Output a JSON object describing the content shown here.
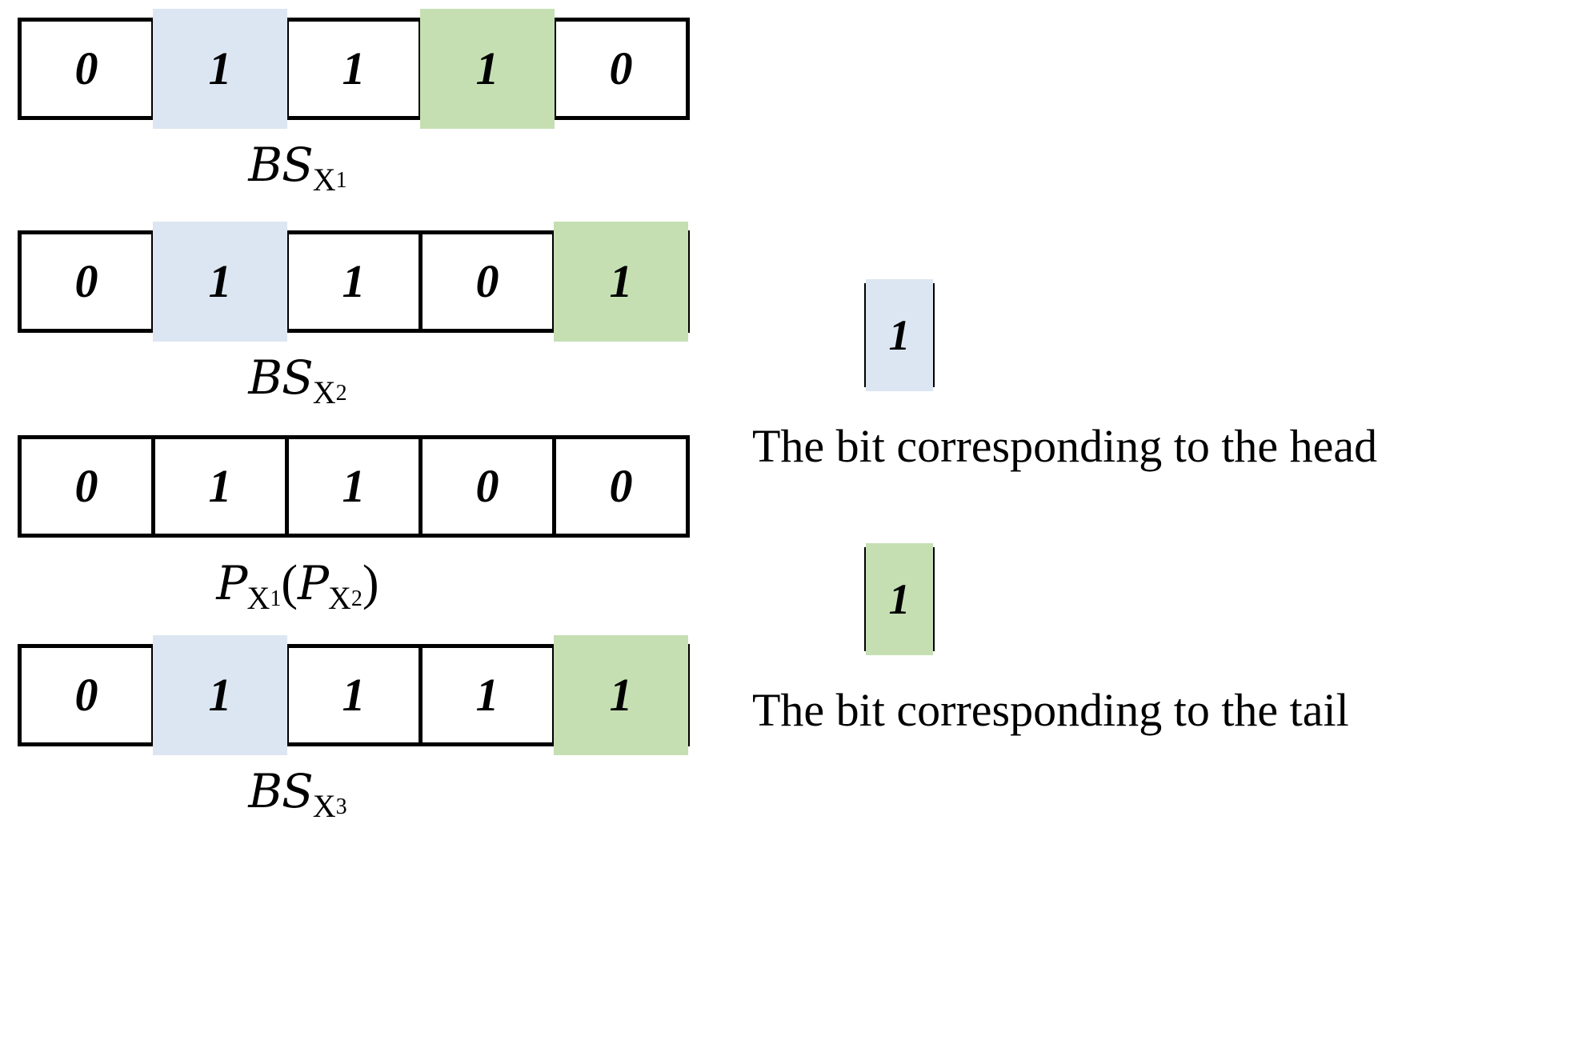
{
  "figure": {
    "kind": "bitstring-diagram",
    "colors": {
      "head_highlight": "#dce6f2",
      "tail_highlight": "#c5dfb3",
      "border": "#000000",
      "background": "#ffffff"
    }
  },
  "rows": [
    {
      "id": "bs-x1",
      "label_parts": {
        "script": "BS",
        "sub": "X",
        "subsub": "1"
      },
      "label_text": "BS_X1",
      "cells": [
        {
          "value": "0",
          "highlight": "none"
        },
        {
          "value": "1",
          "highlight": "head"
        },
        {
          "value": "1",
          "highlight": "none"
        },
        {
          "value": "1",
          "highlight": "tail"
        },
        {
          "value": "0",
          "highlight": "none"
        }
      ]
    },
    {
      "id": "bs-x2",
      "label_parts": {
        "script": "BS",
        "sub": "X",
        "subsub": "2"
      },
      "label_text": "BS_X2",
      "cells": [
        {
          "value": "0",
          "highlight": "none"
        },
        {
          "value": "1",
          "highlight": "head"
        },
        {
          "value": "1",
          "highlight": "none"
        },
        {
          "value": "0",
          "highlight": "none"
        },
        {
          "value": "1",
          "highlight": "tail"
        }
      ]
    },
    {
      "id": "p-x1-p-x2",
      "label_parts": {
        "script": "P",
        "sub": "X",
        "subsub": "1",
        "open": "(",
        "script2": "P",
        "sub2": "X",
        "subsub2": "2",
        "close": ")"
      },
      "label_text": "P_X1(P_X2)",
      "cells": [
        {
          "value": "0",
          "highlight": "none"
        },
        {
          "value": "1",
          "highlight": "none"
        },
        {
          "value": "1",
          "highlight": "none"
        },
        {
          "value": "0",
          "highlight": "none"
        },
        {
          "value": "0",
          "highlight": "none"
        }
      ]
    },
    {
      "id": "bs-x3",
      "label_parts": {
        "script": "BS",
        "sub": "X",
        "subsub": "3"
      },
      "label_text": "BS_X3",
      "cells": [
        {
          "value": "0",
          "highlight": "none"
        },
        {
          "value": "1",
          "highlight": "head"
        },
        {
          "value": "1",
          "highlight": "none"
        },
        {
          "value": "1",
          "highlight": "none"
        },
        {
          "value": "1",
          "highlight": "tail"
        }
      ]
    }
  ],
  "legend": [
    {
      "id": "legend-head",
      "swatch_value": "1",
      "swatch_color": "head",
      "caption": "The bit corresponding to the head"
    },
    {
      "id": "legend-tail",
      "swatch_value": "1",
      "swatch_color": "tail",
      "caption": "The bit corresponding to the tail"
    }
  ]
}
